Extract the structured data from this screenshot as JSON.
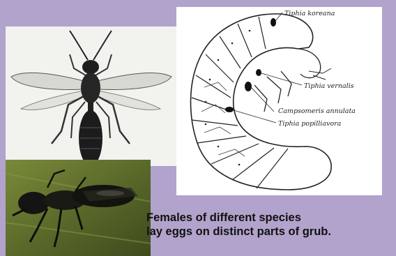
{
  "labels": {
    "tiphia_koreana": "Tiphia koreana",
    "tiphia_vernalis": "Tiphia vernalis",
    "campsomeris_annulata": "Campsomeris annulata",
    "tiphia_popilliavora": "Tiphia popilliavora"
  },
  "caption": {
    "line1": "Females of different species",
    "line2": "lay eggs on distinct parts of grub."
  },
  "colors": {
    "background": "#b1a3cc",
    "leaf_green": "#5c6b2e",
    "caption_text": "#111111"
  }
}
